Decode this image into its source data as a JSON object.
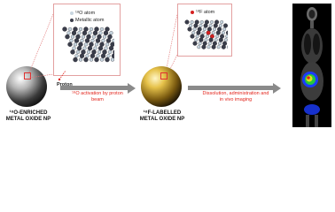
{
  "panel1": {
    "legend_o18": "¹⁸O atom",
    "legend_metal": "Metallic atom",
    "proton_label": "Proton"
  },
  "panel2": {
    "legend_f18": "¹⁸F atom"
  },
  "step1_text": "¹⁸O activation by proton beam",
  "step2_text": "Dissolution, administration and in vivo imaging",
  "np1_caption_line1": "¹⁸O-ENRICHED",
  "np1_caption_line2": "METAL OXIDE NP",
  "np2_caption_line1": "¹⁸F-LABELLED",
  "np2_caption_line2": "METAL OXIDE NP",
  "colors": {
    "accent_red": "#e2231a",
    "metal_atom": "#3a3d4a",
    "oxygen_atom": "#c8d6e0",
    "fluorine_atom": "#d42020",
    "np1_sphere": "#8a8a8a",
    "np2_sphere": "#c9a23a"
  }
}
